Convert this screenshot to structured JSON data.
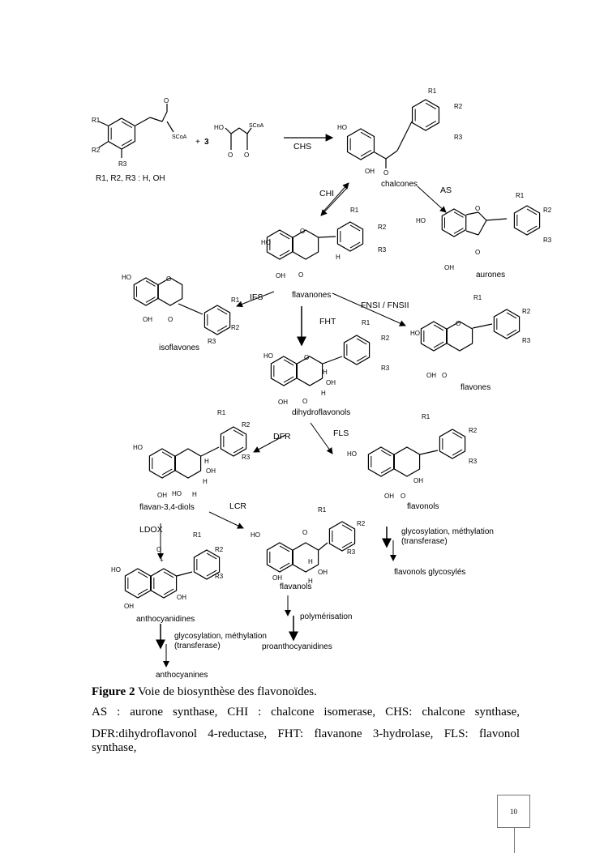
{
  "figure": {
    "substituents_note": "R1, R2, R3 : H, OH",
    "plus": "+",
    "coefficient": "3",
    "enzymes": {
      "chs": "CHS",
      "chi": "CHI",
      "as": "AS",
      "ifs": "IFS",
      "fht": "FHT",
      "fns": "FNSI / FNSII",
      "dfr": "DFR",
      "fls": "FLS",
      "lcr": "LCR",
      "ldox": "LDOX"
    },
    "compounds": {
      "chalcones": "chalcones",
      "aurones": "aurones",
      "flavanones": "flavanones",
      "isoflavones": "isoflavones",
      "dihydroflavonols": "dihydroflavonols",
      "flavones": "flavones",
      "flavan_diols": "flavan-3,4-diols",
      "flavonols": "flavonols",
      "flavanols": "flavanols",
      "anthocyanidines": "anthocyanidines",
      "anthocyanines": "anthocyanines",
      "proanthocyanidines": "proanthocyanidines",
      "flavonols_glycosyles": "flavonols glycosylés"
    },
    "steps": {
      "glyco_line1": "glycosylation, méthylation",
      "glyco_line2": "(transferase)",
      "polymerisation": "polymérisation"
    },
    "atoms": {
      "ho": "HO",
      "oh": "OH",
      "o": "O",
      "h": "H",
      "scoa": "SCoA",
      "r1": "R1",
      "r2": "R2",
      "r3": "R3",
      "cation": "+"
    }
  },
  "caption": {
    "label": "Figure 2",
    "text": " Voie de biosynthèse des flavonoïdes."
  },
  "abbreviations": {
    "line1": "AS : aurone synthase, CHI : chalcone isomerase, CHS: chalcone synthase,",
    "line2": "DFR:dihydroflavonol 4-reductase, FHT: flavanone 3-hydrolase, FLS: flavonol synthase,"
  },
  "page_number": "10"
}
